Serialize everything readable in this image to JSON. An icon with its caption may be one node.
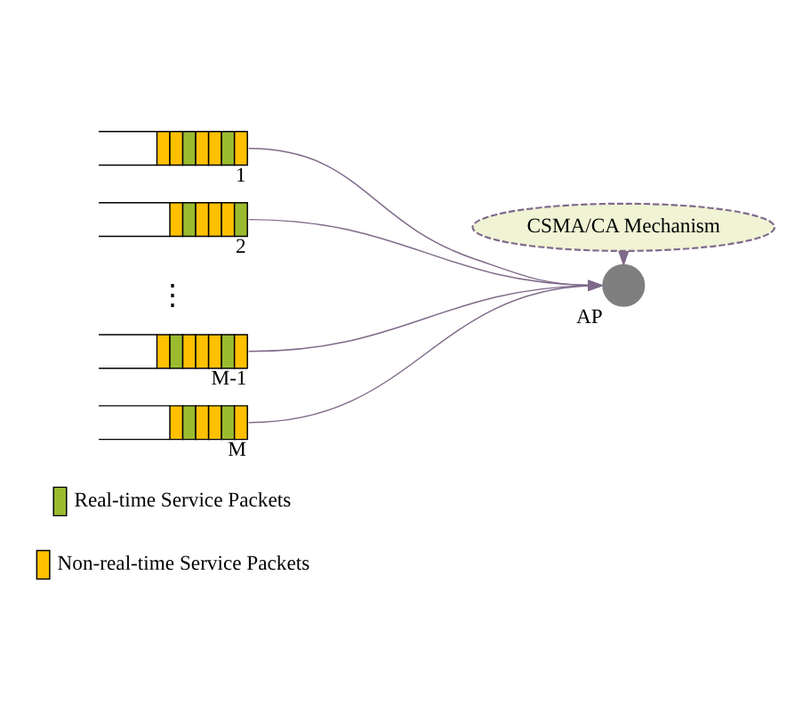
{
  "diagram": {
    "nodes": [
      {
        "text": [],
        "shape": "bar",
        "beside": [
          "1"
        ]
      },
      {
        "text": [],
        "shape": "bar",
        "beside": [
          "2"
        ]
      },
      {
        "text": [],
        "shape": "bar",
        "beside": [
          "M-1"
        ]
      },
      {
        "text": [],
        "shape": "bar",
        "beside": [
          "M"
        ]
      },
      {
        "text": [],
        "shape": "circle",
        "beside": [
          "AP"
        ]
      },
      {
        "text": [
          "CSMA/CA Mechanism"
        ]
      }
    ],
    "edges": [
      {
        "from": 0,
        "to": 4,
        "arrow": "to"
      },
      {
        "from": 1,
        "to": 4,
        "arrow": "to"
      },
      {
        "from": 2,
        "to": 4,
        "arrow": "to"
      },
      {
        "from": 3,
        "to": 4,
        "arrow": "to"
      },
      {
        "from": 5,
        "to": 4,
        "arrow": "to"
      }
    ],
    "labels": [
      "⋮"
    ],
    "legend": [
      {
        "text": "Real-time Service Packets",
        "color": "#9bbb2f"
      },
      {
        "text": "Non-real-time Service Packets",
        "color": "#ffc000"
      }
    ]
  }
}
